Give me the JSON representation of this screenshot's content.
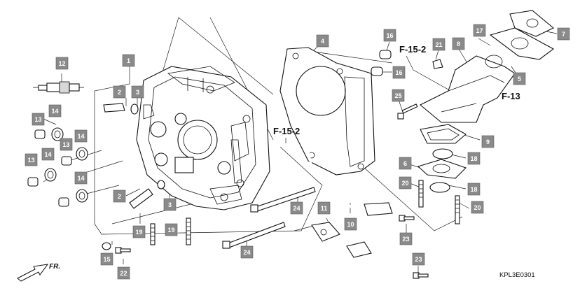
{
  "diagram": {
    "drawing_code": "KPL3E0301",
    "direction_label": "FR.",
    "reference_labels": [
      "F-15-2",
      "F-15-2",
      "F-13"
    ],
    "callouts": [
      "1",
      "2",
      "2",
      "3",
      "3",
      "4",
      "5",
      "6",
      "7",
      "8",
      "9",
      "10",
      "11",
      "12",
      "13",
      "13",
      "13",
      "14",
      "14",
      "14",
      "14",
      "15",
      "16",
      "16",
      "17",
      "18",
      "18",
      "19",
      "19",
      "20",
      "20",
      "21",
      "22",
      "23",
      "23",
      "24",
      "24",
      "25"
    ],
    "colors": {
      "callout_fill": "#8a8a8a",
      "callout_text": "#ffffff",
      "line": "#222222"
    }
  }
}
